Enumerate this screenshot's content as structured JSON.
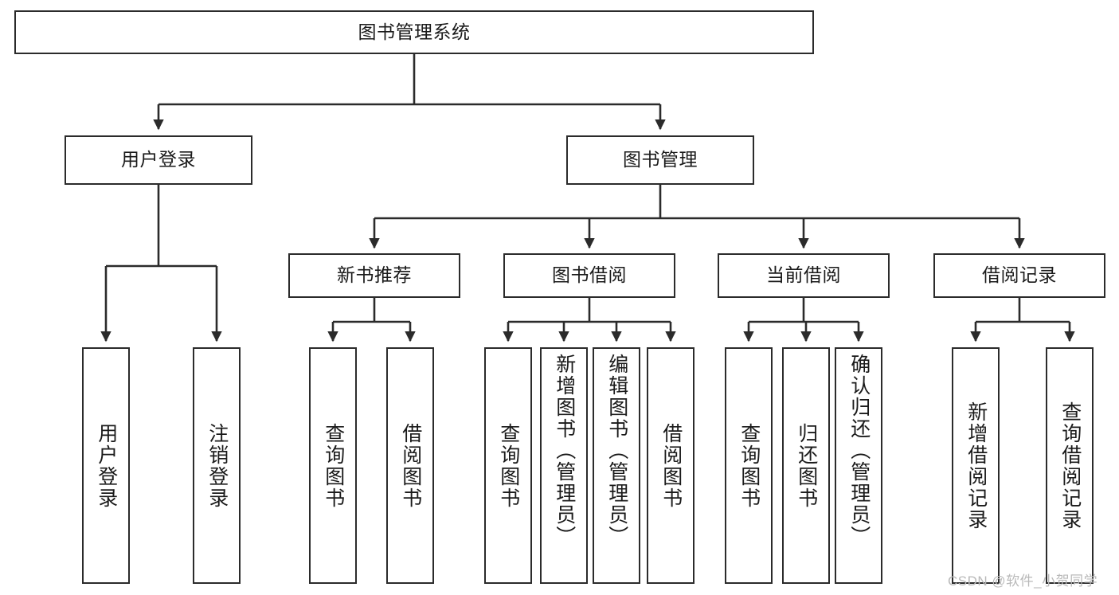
{
  "diagram": {
    "title": "图书管理系统",
    "type": "tree-hierarchy",
    "watermark": "CSDN @软件_小贺同学",
    "colors": {
      "background": "#ffffff",
      "box_border": "#2b2b2b",
      "box_fill": "#ffffff",
      "edge": "#2b2b2b",
      "text": "#1a1a1a",
      "watermark": "#b9b9b9"
    },
    "levels": {
      "root": "图书管理系统",
      "level2": [
        "用户登录",
        "图书管理"
      ],
      "level3": [
        "新书推荐",
        "图书借阅",
        "当前借阅",
        "借阅记录"
      ]
    },
    "nodes": {
      "root": {
        "label": "图书管理系统"
      },
      "user_login": {
        "label": "用户登录"
      },
      "book_manage": {
        "label": "图书管理"
      },
      "new_book_rec": {
        "label": "新书推荐"
      },
      "book_borrow": {
        "label": "图书借阅"
      },
      "current_borrow": {
        "label": "当前借阅"
      },
      "borrow_record": {
        "label": "借阅记录"
      },
      "leaf_user_login": {
        "label": "用户登录"
      },
      "leaf_user_logout": {
        "label": "注销登录"
      },
      "leaf_rec_query": {
        "label": "查询图书"
      },
      "leaf_rec_borrow": {
        "label": "借阅图书"
      },
      "leaf_borrow_query": {
        "label": "查询图书"
      },
      "leaf_borrow_add": {
        "label": "新增图书（管理员）"
      },
      "leaf_borrow_edit": {
        "label": "编辑图书（管理员）"
      },
      "leaf_borrow_do": {
        "label": "借阅图书"
      },
      "leaf_cur_query": {
        "label": "查询图书"
      },
      "leaf_cur_return": {
        "label": "归还图书"
      },
      "leaf_cur_confirm": {
        "label": "确认归还（管理员）"
      },
      "leaf_rec_add": {
        "label": "新增借阅记录"
      },
      "leaf_rec_search": {
        "label": "查询借阅记录"
      }
    },
    "edges": [
      {
        "from": "图书管理系统",
        "to": "用户登录"
      },
      {
        "from": "图书管理系统",
        "to": "图书管理"
      },
      {
        "from": "用户登录",
        "to": "用户登录"
      },
      {
        "from": "用户登录",
        "to": "注销登录"
      },
      {
        "from": "图书管理",
        "to": "新书推荐"
      },
      {
        "from": "图书管理",
        "to": "图书借阅"
      },
      {
        "from": "图书管理",
        "to": "当前借阅"
      },
      {
        "from": "图书管理",
        "to": "借阅记录"
      },
      {
        "from": "新书推荐",
        "to": "查询图书"
      },
      {
        "from": "新书推荐",
        "to": "借阅图书"
      },
      {
        "from": "图书借阅",
        "to": "查询图书"
      },
      {
        "from": "图书借阅",
        "to": "新增图书（管理员）"
      },
      {
        "from": "图书借阅",
        "to": "编辑图书（管理员）"
      },
      {
        "from": "图书借阅",
        "to": "借阅图书"
      },
      {
        "from": "当前借阅",
        "to": "查询图书"
      },
      {
        "from": "当前借阅",
        "to": "归还图书"
      },
      {
        "from": "当前借阅",
        "to": "确认归还（管理员）"
      },
      {
        "from": "借阅记录",
        "to": "新增借阅记录"
      },
      {
        "from": "借阅记录",
        "to": "查询借阅记录"
      }
    ]
  }
}
